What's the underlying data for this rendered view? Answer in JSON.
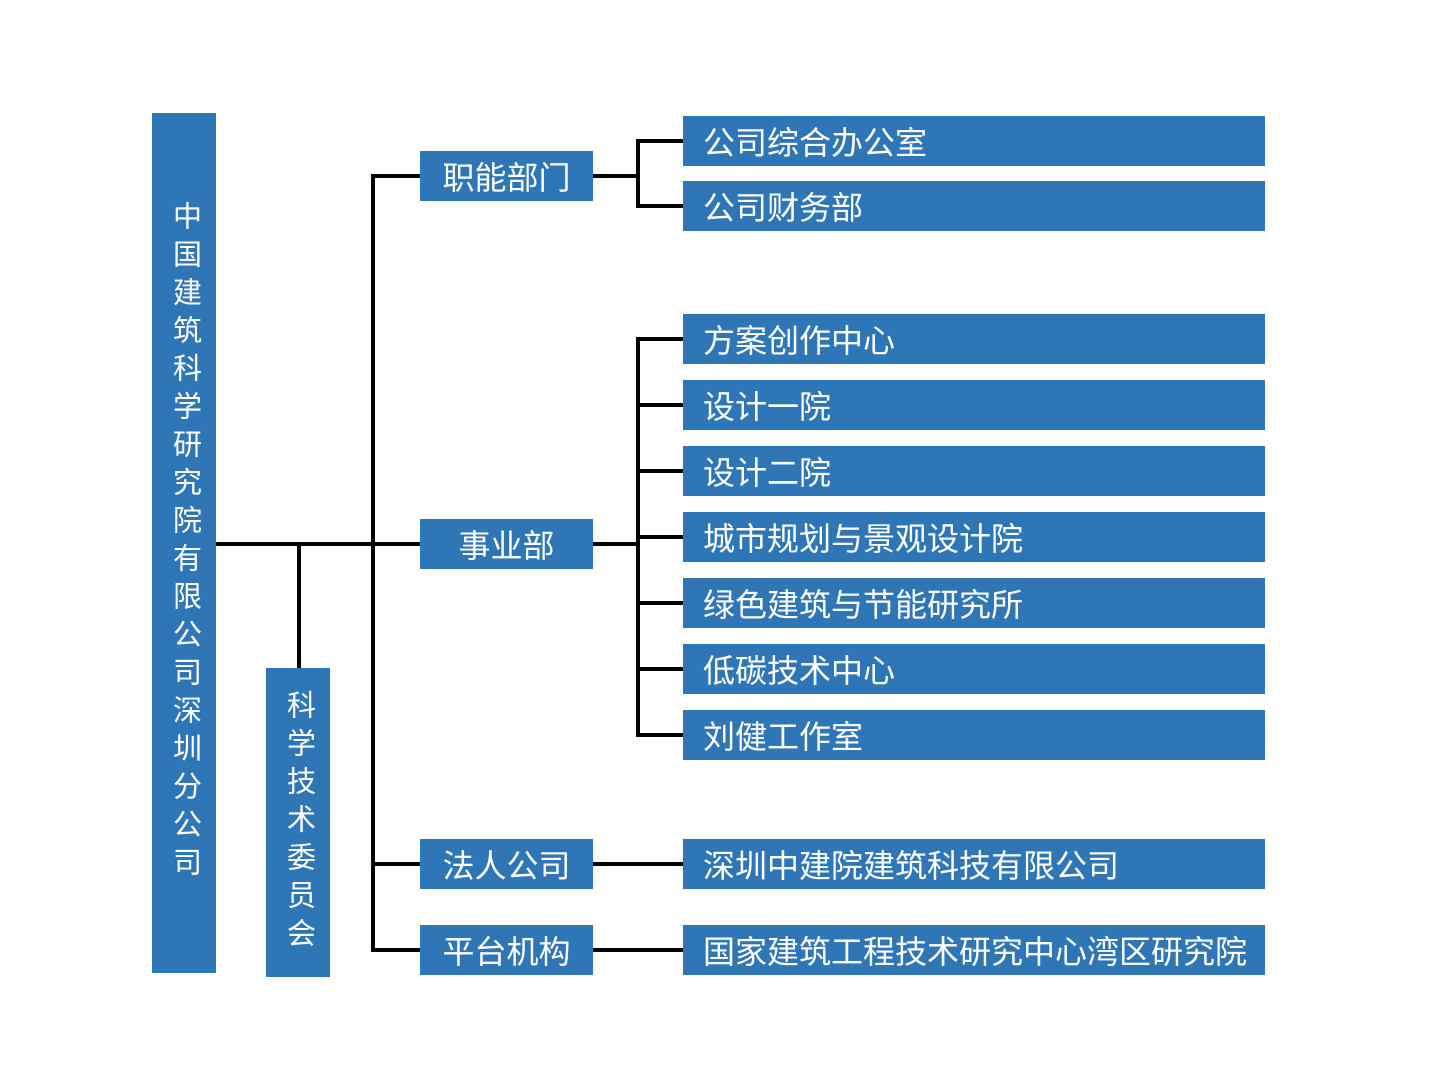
{
  "diagram": {
    "type": "org-chart",
    "root": {
      "label": "中国建筑科学研究院有限公司深圳分公司"
    },
    "committee": {
      "label": "科学技术委员会"
    },
    "branches": [
      {
        "id": "functional",
        "label": "职能部门",
        "children": [
          "公司综合办公室",
          "公司财务部"
        ]
      },
      {
        "id": "business",
        "label": "事业部",
        "children": [
          "方案创作中心",
          "设计一院",
          "设计二院",
          "城市规划与景观设计院",
          "绿色建筑与节能研究所",
          "低碳技术中心",
          "刘健工作室"
        ]
      },
      {
        "id": "legal",
        "label": "法人公司",
        "children": [
          "深圳中建院建筑科技有限公司"
        ]
      },
      {
        "id": "platform",
        "label": "平台机构",
        "children": [
          "国家建筑工程技术研究中心湾区研究院"
        ]
      }
    ],
    "colors": {
      "box_fill": "#2f76b7",
      "text": "#ffffff",
      "connector": "#000000",
      "background": "#ffffff"
    }
  }
}
